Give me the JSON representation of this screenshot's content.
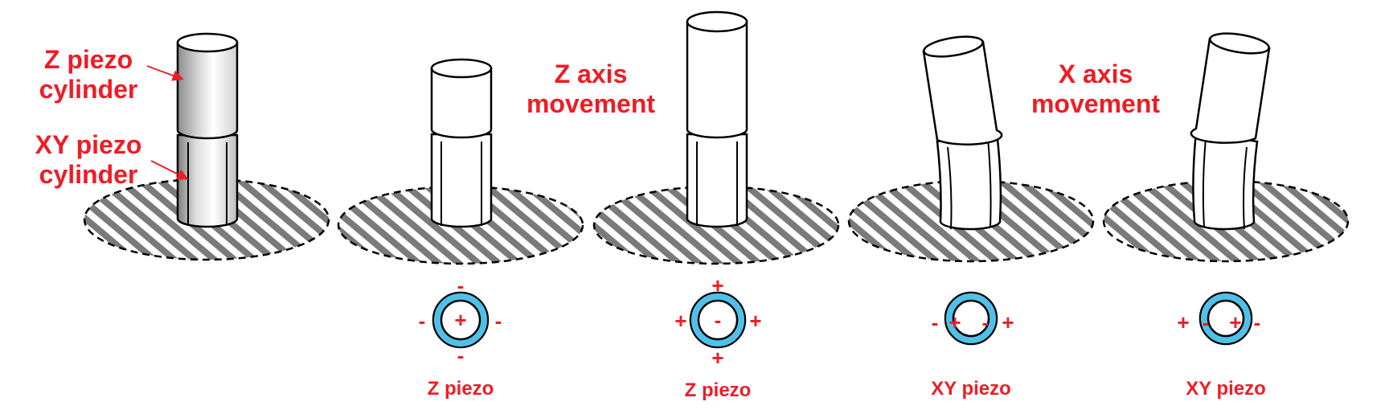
{
  "colors": {
    "label_red": "#ee1c25",
    "electrode_blue": "#4fc1e8",
    "outline": "#000000",
    "hatch": "#777777"
  },
  "labels": {
    "z_piezo_cylinder_line1": "Z piezo",
    "z_piezo_cylinder_line2": "cylinder",
    "xy_piezo_cylinder_line1": "XY piezo",
    "xy_piezo_cylinder_line2": "cylinder",
    "z_axis_line1": "Z axis",
    "z_axis_line2": "movement",
    "x_axis_line1": "X axis",
    "x_axis_line2": "movement"
  },
  "panels": [
    {
      "state": "reference"
    },
    {
      "state": "z-contracted",
      "piezo_label": "Z piezo",
      "signs": {
        "top": "-",
        "left": "-",
        "center": "+",
        "right": "-",
        "bottom": "-"
      }
    },
    {
      "state": "z-extended",
      "piezo_label": "Z piezo",
      "signs": {
        "top": "+",
        "left": "+",
        "center": "-",
        "right": "+",
        "bottom": "+"
      }
    },
    {
      "state": "x-bend-left",
      "piezo_label": "XY piezo",
      "signs": {
        "outer_left": "-",
        "inner_left": "+",
        "inner_right": "-",
        "outer_right": "+"
      }
    },
    {
      "state": "x-bend-right",
      "piezo_label": "XY piezo",
      "signs": {
        "outer_left": "+",
        "inner_left": "-",
        "inner_right": "+",
        "outer_right": "-"
      }
    }
  ]
}
